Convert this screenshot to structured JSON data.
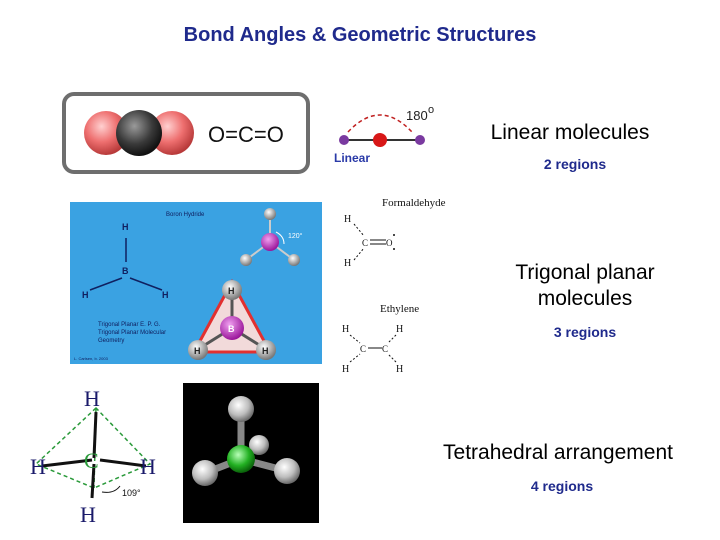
{
  "title": "Bond Angles & Geometric Structures",
  "sections": [
    {
      "label": "Linear molecules",
      "regions": "2 regions"
    },
    {
      "label_line1": "Trigonal planar",
      "label_line2": "molecules",
      "regions": "3 regions"
    },
    {
      "label": "Tetrahedral arrangement",
      "regions": "4 regions"
    }
  ],
  "co2": {
    "formula": "O=C=O"
  },
  "linear_diagram": {
    "angle": "180",
    "degree": "o",
    "caption": "Linear"
  },
  "boron": {
    "caption": "Boron Hydride",
    "angle": "120°",
    "atom_h": "H",
    "atom_b": "B",
    "desc_line1": "Trigonal Planar E. P. G.",
    "desc_line2": "Trigonal Planar Molecular",
    "desc_line3": "Geometry",
    "credit": "L. Carlsen, b. 2003"
  },
  "formaldehyde": {
    "caption": "Formaldehyde",
    "h": "H",
    "c": "C",
    "o": "O"
  },
  "ethylene": {
    "caption": "Ethylene",
    "h": "H",
    "c": "C"
  },
  "tetra_drawing": {
    "h": "H",
    "c": "C",
    "angle": "109°"
  }
}
